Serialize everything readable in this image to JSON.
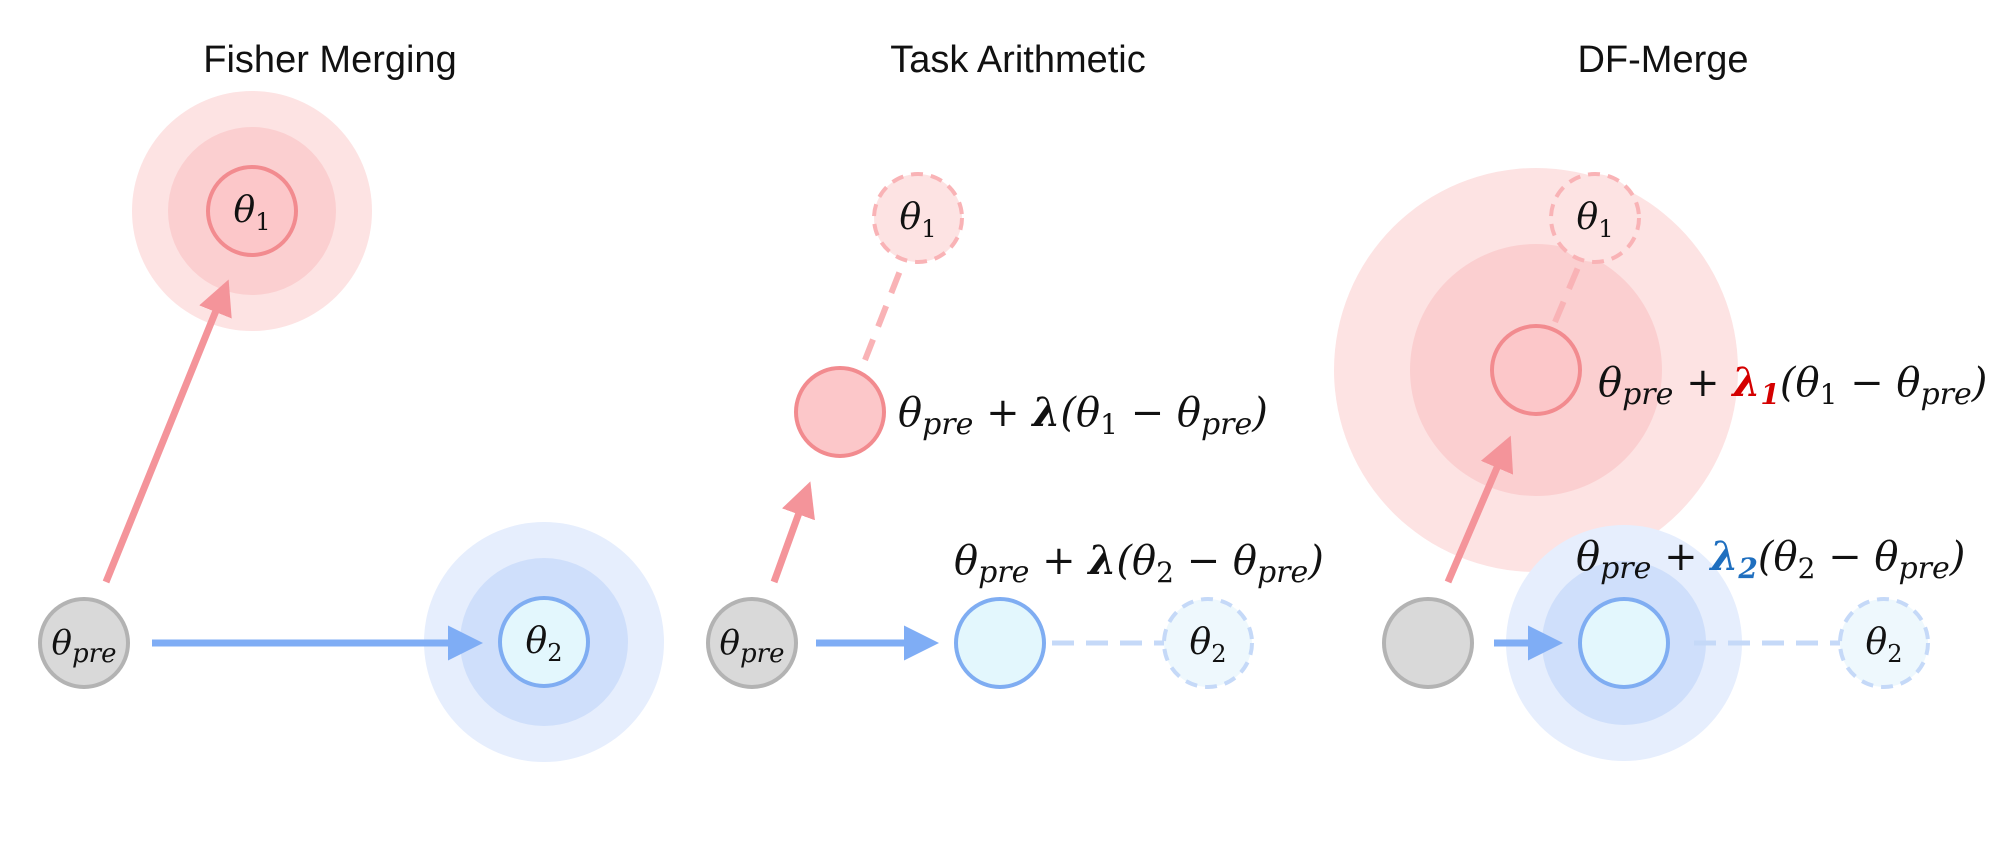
{
  "panels": [
    {
      "title": "Fisher Merging",
      "nodes": {
        "pre": "pre",
        "t1": "1",
        "t2": "2"
      }
    },
    {
      "title": "Task Arithmetic",
      "nodes": {
        "pre": "pre",
        "t1": "1",
        "t2": "2"
      },
      "formula_1": {
        "left": "θ",
        "pre_sub": "pre",
        "plus": " + ",
        "lambda": "λ",
        "open": "(θ",
        "idx": "1",
        "minus": " − θ",
        "pre_sub2": "pre",
        "close": ")"
      },
      "formula_2": {
        "left": "θ",
        "pre_sub": "pre",
        "plus": " + ",
        "lambda": "λ",
        "open": "(θ",
        "idx": "2",
        "minus": " − θ",
        "pre_sub2": "pre",
        "close": ")"
      }
    },
    {
      "title": "DF-Merge",
      "nodes": {
        "t1": "1",
        "t2": "2"
      },
      "formula_1": {
        "left": "θ",
        "pre_sub": "pre",
        "plus": " + ",
        "lambda": "λ",
        "lambda_sub": "1",
        "open": "(θ",
        "idx": "1",
        "minus": " − θ",
        "pre_sub2": "pre",
        "close": ")"
      },
      "formula_2": {
        "left": "θ",
        "pre_sub": "pre",
        "plus": " + ",
        "lambda": "λ",
        "lambda_sub": "2",
        "open": "(θ",
        "idx": "2",
        "minus": " − θ",
        "pre_sub2": "pre",
        "close": ")"
      }
    }
  ],
  "symbol": "θ",
  "colors": {
    "red_outer": "#fde3e3",
    "red_mid": "#fbcfd0",
    "red_core": "#fcc7c9",
    "red_stroke": "#f28b8f",
    "red_arrow": "#f4949a",
    "blue_outer": "#e6eefd",
    "blue_mid": "#cfdffb",
    "blue_core": "#e3f7fd",
    "blue_stroke": "#7fadf2",
    "blue_arrow": "#7fadf5",
    "grey_fill": "#d9d9d9",
    "grey_stroke": "#b3b3b3",
    "lambda_red": "#d40000",
    "lambda_blue": "#1f6fbf"
  }
}
